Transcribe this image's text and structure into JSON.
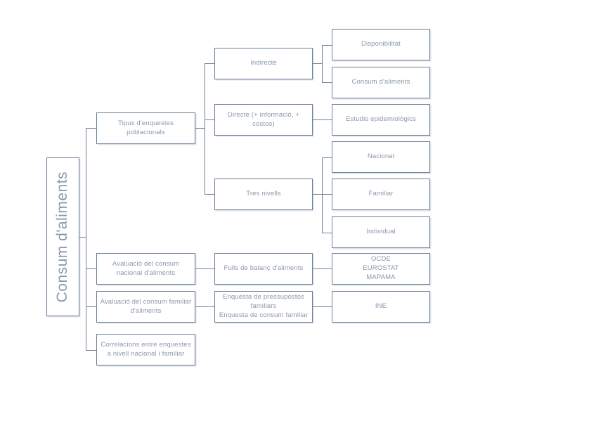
{
  "diagram": {
    "title_node": "Consum d'aliments",
    "nodes": {
      "root": {
        "label": "Consum d'aliments"
      },
      "l1": [
        {
          "id": "tipus",
          "label": "Tipus d'enquestes\npoblacionals"
        },
        {
          "id": "aval_nacional",
          "label": "Avaluació del consum\nnacional d'aliments"
        },
        {
          "id": "aval_familiar",
          "label": "Avaluació del consum familiar\nd'aliments"
        },
        {
          "id": "correlacions",
          "label": "Correlacions entre enquestes\na nivell nacional i familiar"
        }
      ],
      "l2": [
        {
          "id": "indirecte",
          "label": "Indirecte"
        },
        {
          "id": "directe",
          "label": "Directe (+ informació, +\ncostos)"
        },
        {
          "id": "tres_nivells",
          "label": "Tres nivells"
        },
        {
          "id": "fulls_balanc",
          "label": "Fulls de balanç d'aliments"
        },
        {
          "id": "enquestes",
          "label": "Enquesta de pressupostos\nfamiliars\nEnquesta de consum familiar"
        }
      ],
      "l3": [
        {
          "id": "disponibilitat",
          "label": "Disponibilitat"
        },
        {
          "id": "consum_aliments",
          "label": "Consum d'aliments"
        },
        {
          "id": "estudis_epi",
          "label": "Estudis epidemiològics"
        },
        {
          "id": "nacional",
          "label": "Nacional"
        },
        {
          "id": "familiar",
          "label": "Familiar"
        },
        {
          "id": "individual",
          "label": "Individual"
        },
        {
          "id": "ocde",
          "label": "OCDE\nEUROSTAT\nMAPAMA"
        },
        {
          "id": "ine",
          "label": "INE"
        }
      ]
    },
    "colors": {
      "border": "#6b7f99",
      "text": "#8a98ab",
      "background": "#ffffff",
      "shadow": "rgba(140,155,178,0.30)"
    }
  }
}
